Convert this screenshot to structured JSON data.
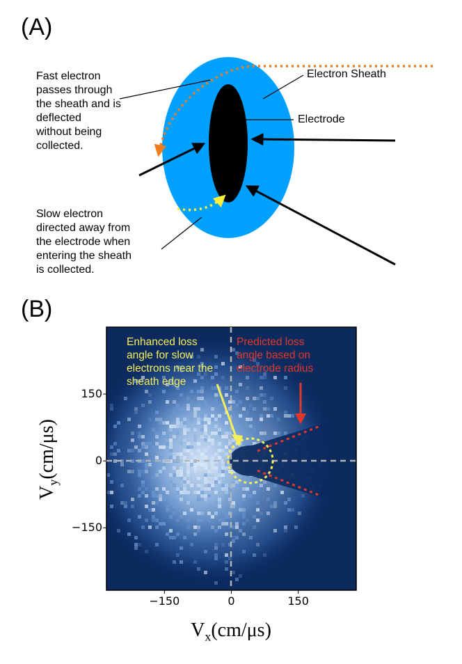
{
  "panel_a": {
    "label": "(A)",
    "fast_electron_text": "Fast electron\npasses through\nthe sheath and is\ndeflected\nwithout being\ncollected.",
    "sheath_label": "Electron Sheath",
    "electrode_label": "Electrode",
    "slow_electron_text": "Slow electron\ndirected away from\nthe electrode when\nentering the sheath\nis collected.",
    "colors": {
      "sheath": "#00a0ff",
      "electrode": "#000000",
      "fast_path": "#f07d1e",
      "slow_path": "#fff03c"
    }
  },
  "panel_b": {
    "label": "(B)",
    "chart_data": {
      "type": "heatmap",
      "xlabel": "Vx(cm/μs)",
      "ylabel": "Vy(cm/μs)",
      "xlabel_main": "V",
      "xlabel_sub": "x",
      "xlabel_unit": "(cm/μs)",
      "ylabel_main": "V",
      "ylabel_sub": "y",
      "ylabel_unit": "(cm/μs)",
      "x_ticks": [
        "−150",
        "0",
        "150"
      ],
      "y_ticks": [
        "150",
        "0",
        "−150"
      ],
      "x_tick_values": [
        -150,
        0,
        150
      ],
      "y_tick_values": [
        150,
        0,
        -150
      ],
      "xlim": [
        -280,
        280
      ],
      "ylim": [
        -290,
        300
      ],
      "annotations": [
        {
          "text": "Enhanced loss\nangle for slow\nelectrons near the\nsheath edge",
          "color": "#f5f05a"
        },
        {
          "text": "Predicted loss\nangle based on\nelectrode radius",
          "color": "#e0392b"
        }
      ],
      "colors": {
        "background": "#0c2a5e",
        "dense": "#cfe0f5",
        "grid": "#b4b4b4"
      }
    }
  }
}
